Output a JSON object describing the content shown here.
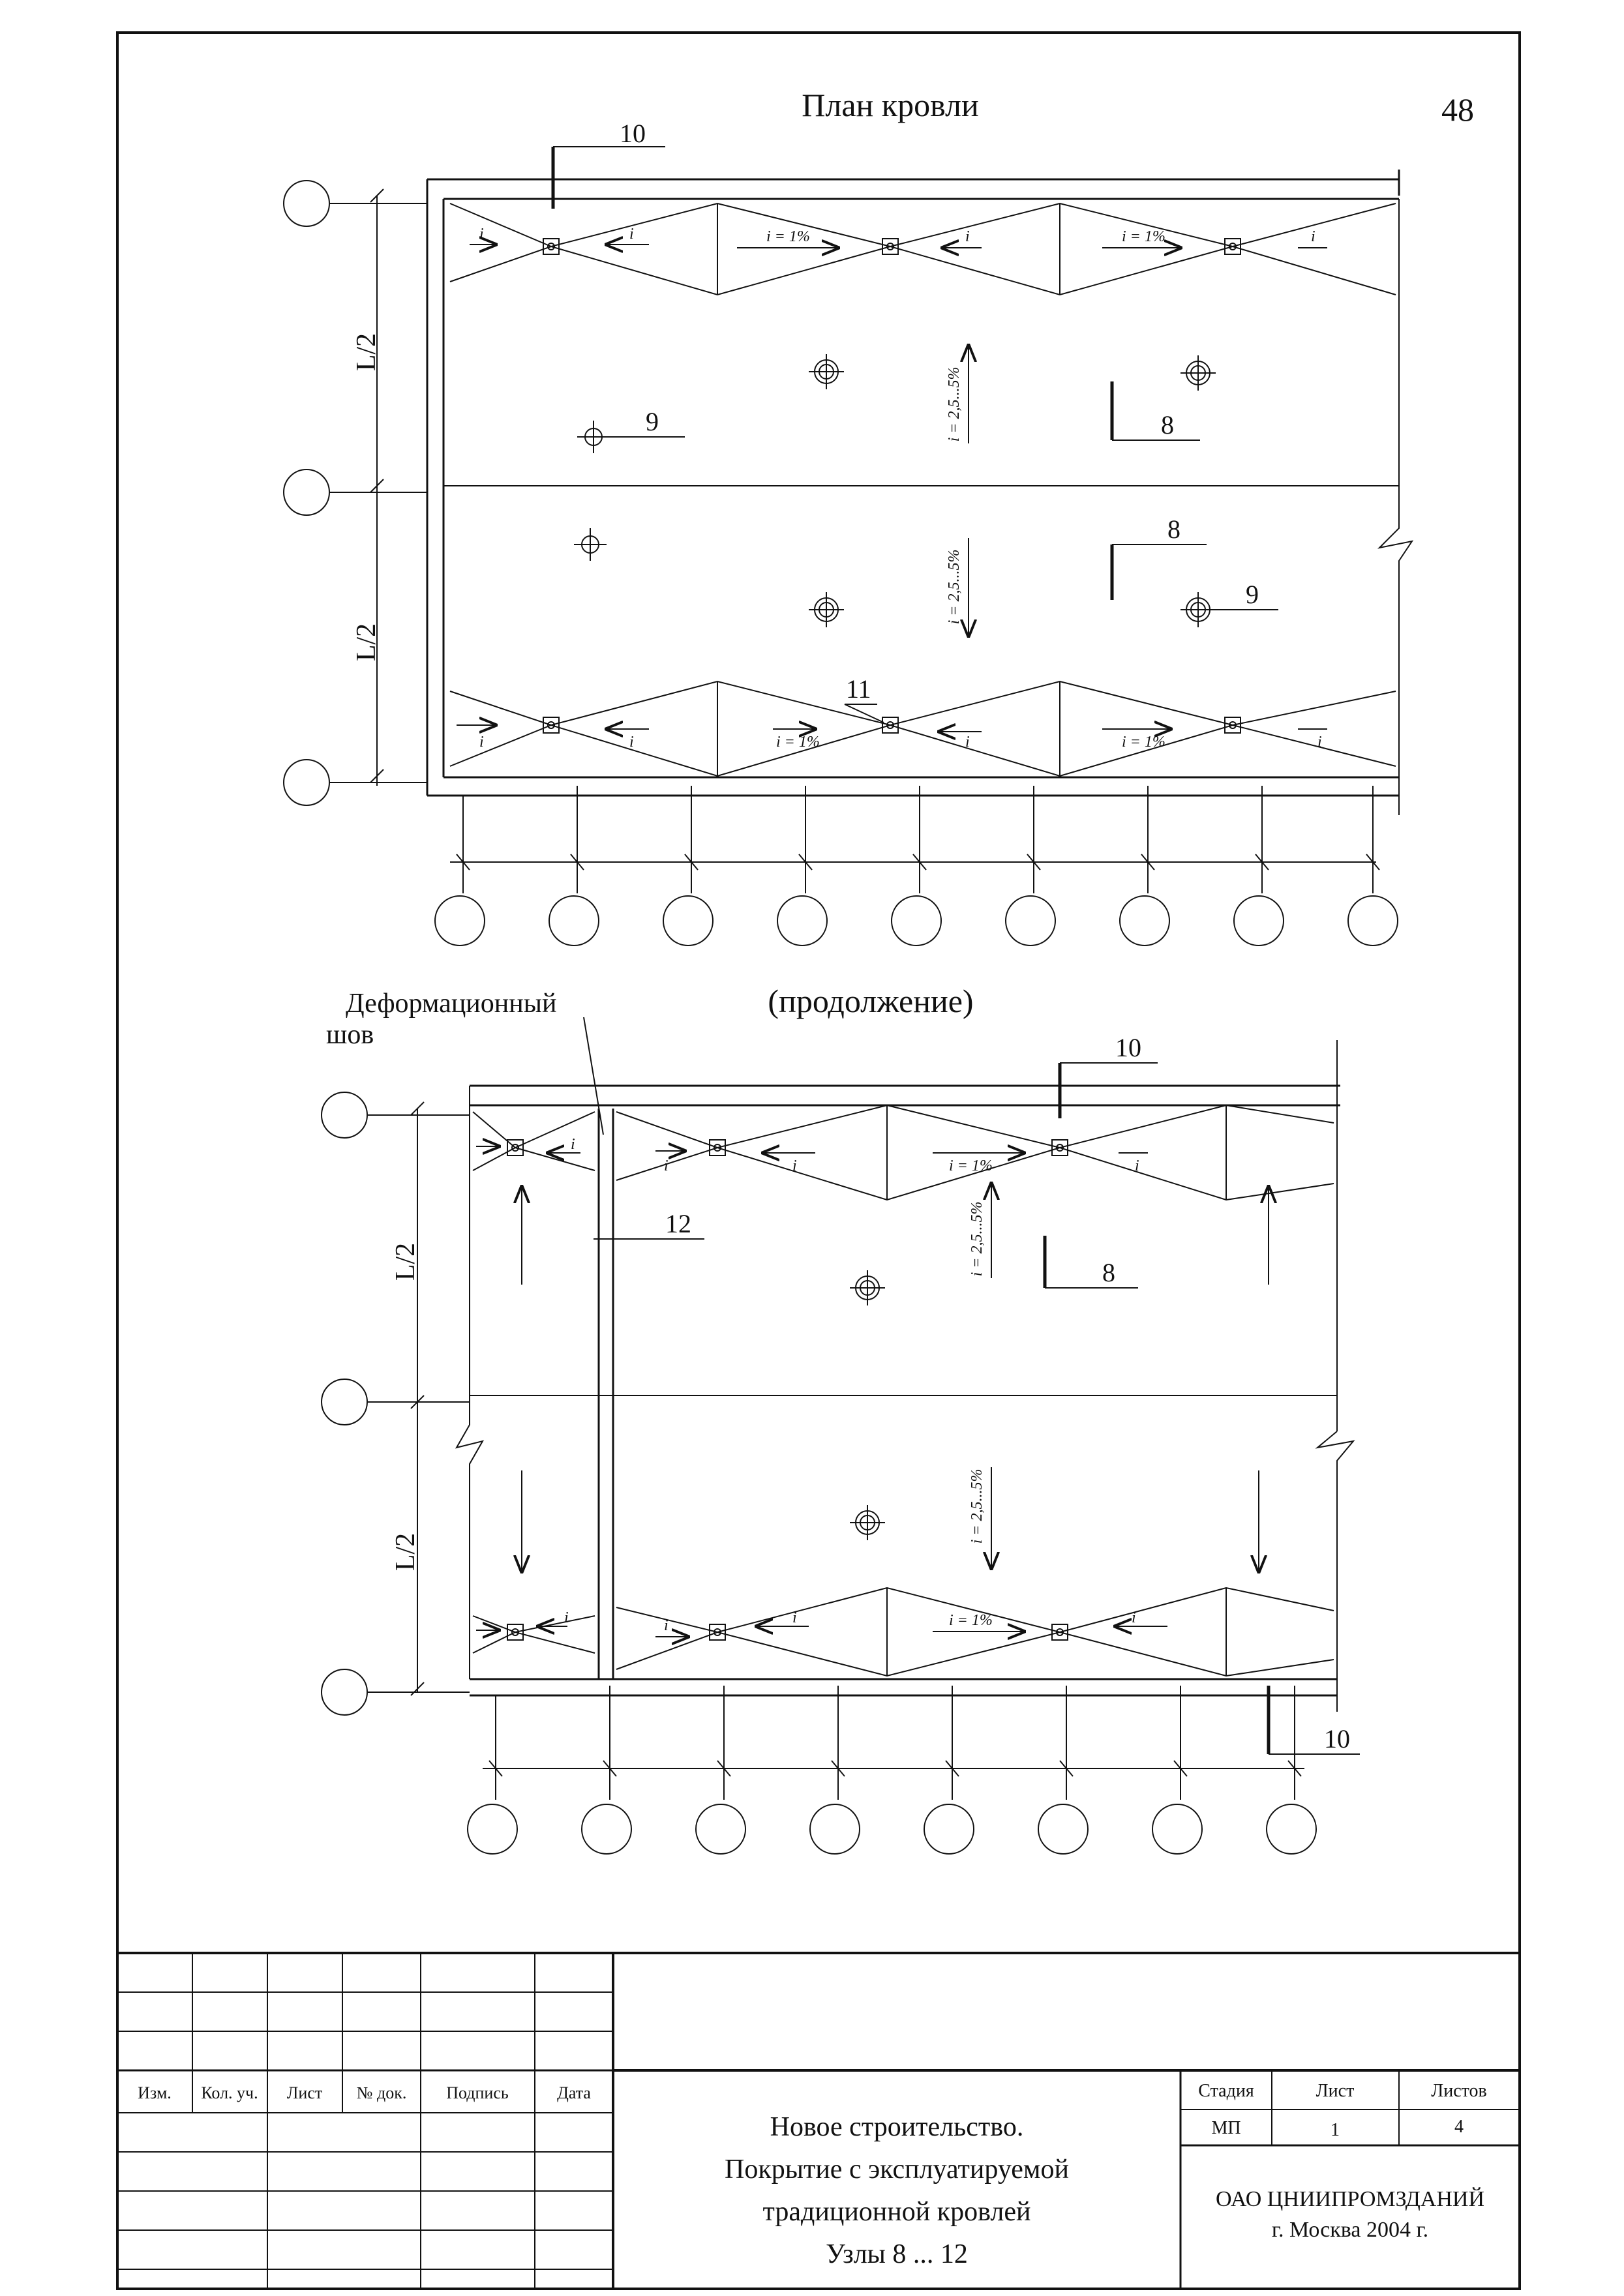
{
  "sheet": {
    "page_number": "48",
    "plan_title": "План кровли",
    "continuation_title": "(продолжение)",
    "expansion_joint_label_line1": "Деформационный",
    "expansion_joint_label_line2": "шов",
    "dimension_label": "L/2",
    "slope_main": "i = 1%",
    "slope_field": "i = 2,5...5%",
    "slope_short": "i"
  },
  "callouts": {
    "c8": "8",
    "c9": "9",
    "c10": "10",
    "c11": "11",
    "c12": "12"
  },
  "title_block": {
    "headers": {
      "izm": "Изм.",
      "kol_uch": "Кол. уч.",
      "list": "Лист",
      "n_dok": "№ док.",
      "podpis": "Подпись",
      "data": "Дата"
    },
    "project_line1": "Новое строительство.",
    "project_line2": "Покрытие с эксплуатируемой",
    "project_line3": "традиционной кровлей",
    "project_line4": "Узлы 8 ... 12",
    "stage_label": "Стадия",
    "sheet_label": "Лист",
    "sheets_label": "Листов",
    "stage_value": "МП",
    "sheet_value": "1",
    "sheets_value": "4",
    "org_line1": "ОАО ЦНИИПРОМЗДАНИЙ",
    "org_line2": "г. Москва 2004 г."
  }
}
